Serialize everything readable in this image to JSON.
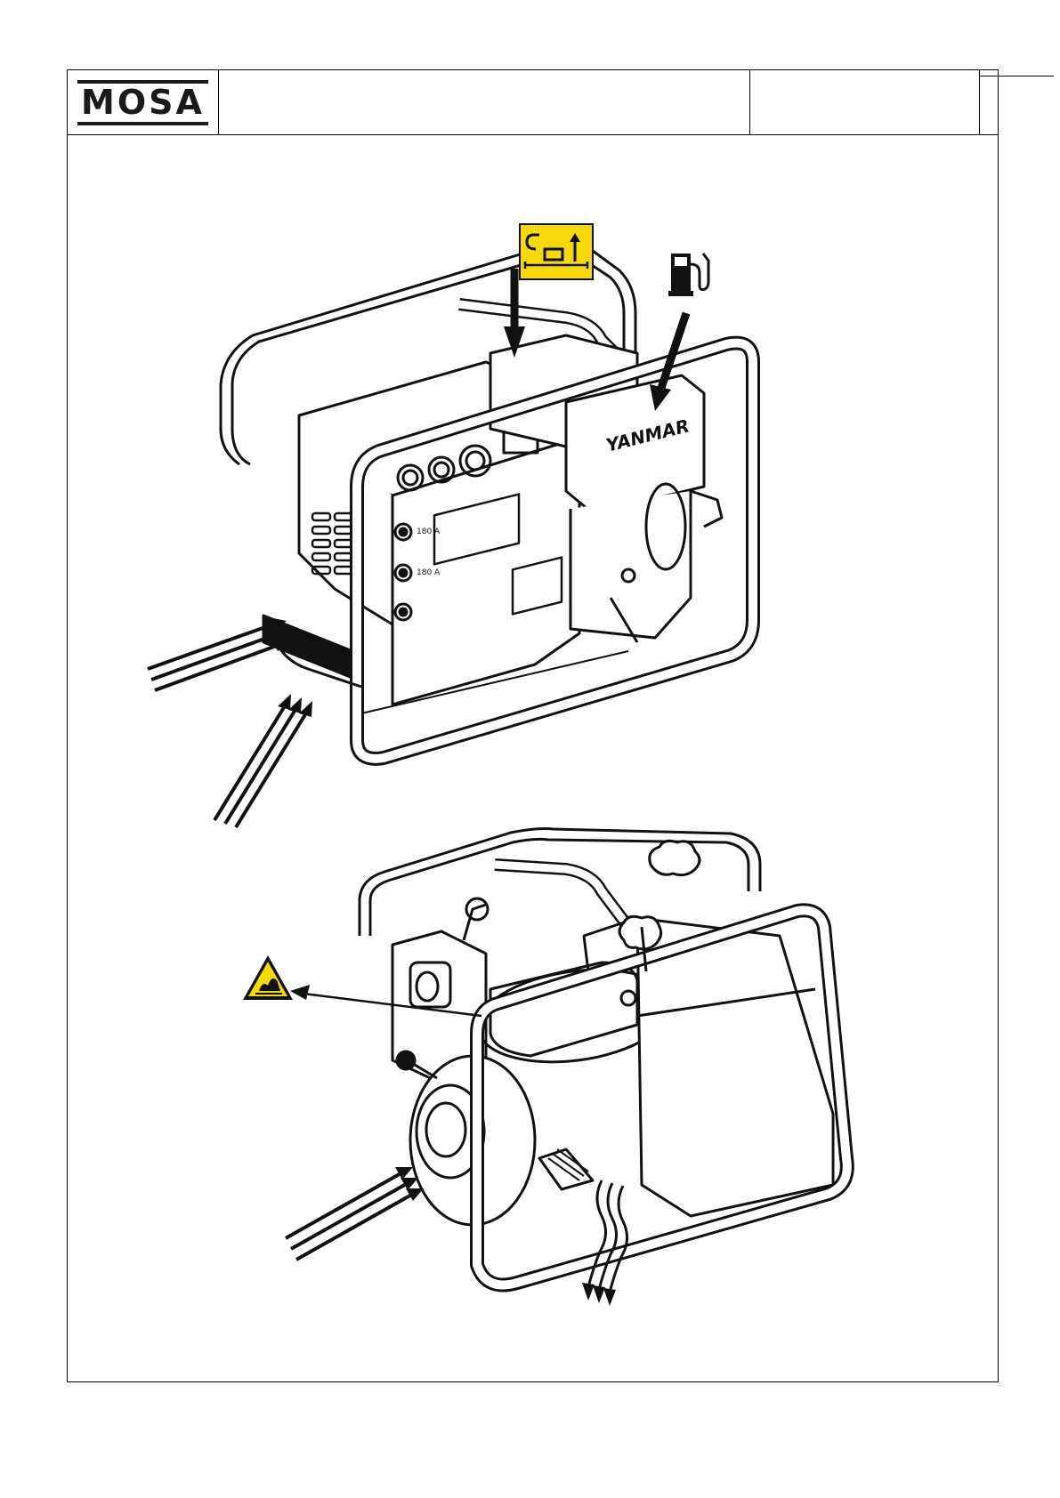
{
  "header": {
    "logo_text": "MOSA",
    "title": "",
    "code": "",
    "page": ""
  },
  "figure": {
    "engine_brand": "YANMAR",
    "socket_label_1": "180 A",
    "socket_label_2": "180 A",
    "icons": [
      "lifting-point-icon",
      "fuel-pump-icon",
      "hot-surface-warning-icon"
    ],
    "colors": {
      "warning_yellow": "#f5d90a",
      "ink": "#111111"
    }
  }
}
